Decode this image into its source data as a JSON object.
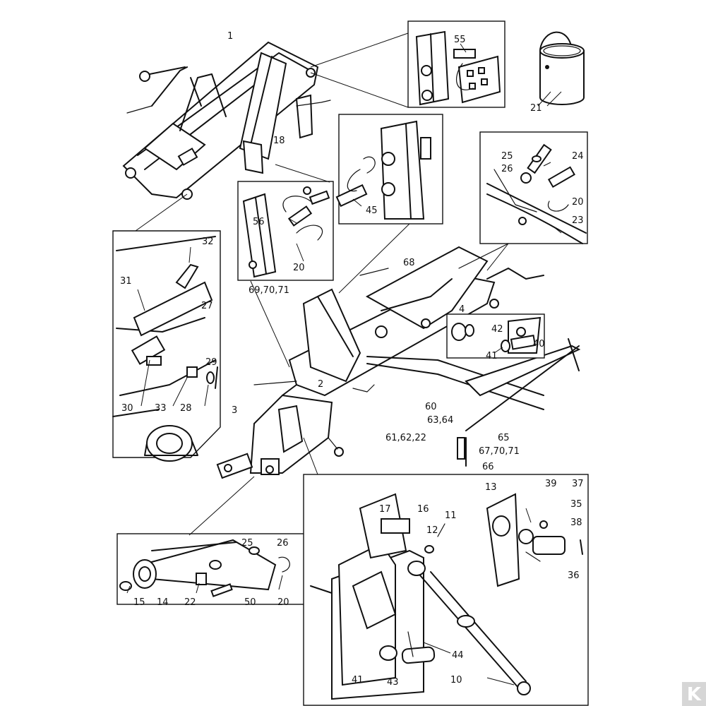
{
  "callouts": [
    {
      "id": "c1",
      "text": "1"
    },
    {
      "id": "c18",
      "text": "18"
    },
    {
      "id": "c55",
      "text": "55"
    },
    {
      "id": "c21",
      "text": "21"
    },
    {
      "id": "c45",
      "text": "45"
    },
    {
      "id": "c56",
      "text": "56"
    },
    {
      "id": "c20a",
      "text": "20"
    },
    {
      "id": "c697071",
      "text": "69,70,71"
    },
    {
      "id": "c25a",
      "text": "25"
    },
    {
      "id": "c24",
      "text": "24"
    },
    {
      "id": "c26a",
      "text": "26"
    },
    {
      "id": "c20b",
      "text": "20"
    },
    {
      "id": "c23",
      "text": "23"
    },
    {
      "id": "c32",
      "text": "32"
    },
    {
      "id": "c31",
      "text": "31"
    },
    {
      "id": "c27",
      "text": "27"
    },
    {
      "id": "c29",
      "text": "29"
    },
    {
      "id": "c30",
      "text": "30"
    },
    {
      "id": "c33",
      "text": "33"
    },
    {
      "id": "c28",
      "text": "28"
    },
    {
      "id": "c68",
      "text": "68"
    },
    {
      "id": "c4",
      "text": "4"
    },
    {
      "id": "c42",
      "text": "42"
    },
    {
      "id": "c40",
      "text": "40"
    },
    {
      "id": "c41a",
      "text": "41"
    },
    {
      "id": "c2",
      "text": "2"
    },
    {
      "id": "c3",
      "text": "3"
    },
    {
      "id": "c60",
      "text": "60"
    },
    {
      "id": "c6364",
      "text": "63,64"
    },
    {
      "id": "c616222",
      "text": "61,62,22"
    },
    {
      "id": "c65",
      "text": "65"
    },
    {
      "id": "c677071",
      "text": "67,70,71"
    },
    {
      "id": "c66",
      "text": "66"
    },
    {
      "id": "c13",
      "text": "13"
    },
    {
      "id": "c39",
      "text": "39"
    },
    {
      "id": "c37",
      "text": "37"
    },
    {
      "id": "c17",
      "text": "17"
    },
    {
      "id": "c16",
      "text": "16"
    },
    {
      "id": "c11",
      "text": "11"
    },
    {
      "id": "c35",
      "text": "35"
    },
    {
      "id": "c38",
      "text": "38"
    },
    {
      "id": "c12",
      "text": "12"
    },
    {
      "id": "c36",
      "text": "36"
    },
    {
      "id": "c25b",
      "text": "25"
    },
    {
      "id": "c26b",
      "text": "26"
    },
    {
      "id": "c15",
      "text": "15"
    },
    {
      "id": "c14",
      "text": "14"
    },
    {
      "id": "c22",
      "text": "22"
    },
    {
      "id": "c50",
      "text": "50"
    },
    {
      "id": "c20c",
      "text": "20"
    },
    {
      "id": "c44",
      "text": "44"
    },
    {
      "id": "c41b",
      "text": "41"
    },
    {
      "id": "c43",
      "text": "43"
    },
    {
      "id": "c10",
      "text": "10"
    }
  ],
  "brand": {
    "mark": "K",
    "color": "#d6d6d6"
  }
}
